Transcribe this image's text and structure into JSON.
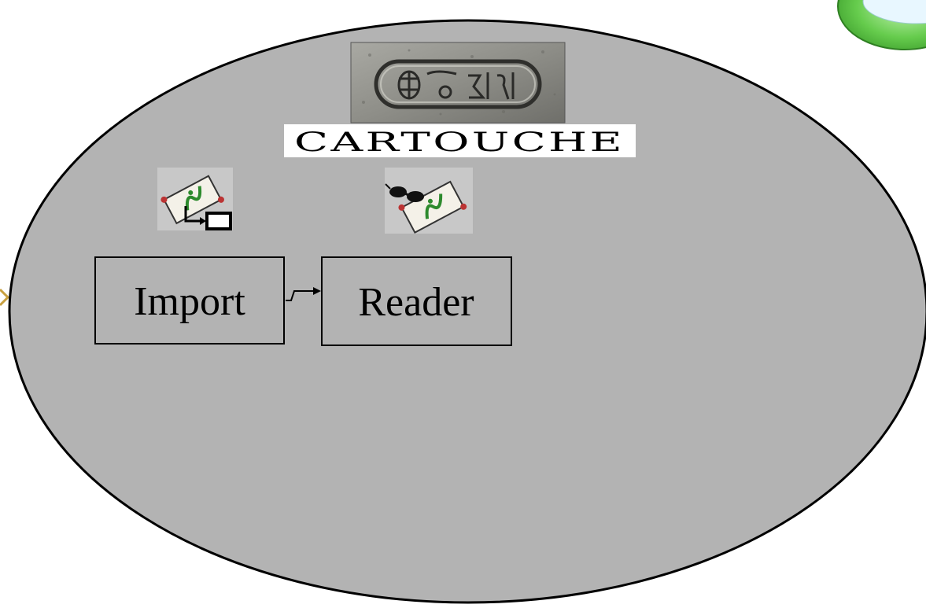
{
  "diagram": {
    "logo": {
      "word": "Cartouche",
      "word_display": "CARTOUCHE"
    },
    "nodes": [
      {
        "id": "import",
        "label": "Import",
        "icon": "scroll-export-icon"
      },
      {
        "id": "reader",
        "label": "Reader",
        "icon": "scroll-reader-icon"
      }
    ],
    "edges": [
      {
        "from": "import",
        "to": "reader"
      }
    ],
    "colors": {
      "ellipse_fill": "#b3b3b3",
      "ellipse_stroke": "#000000",
      "box_stroke": "#000000",
      "stone": "#8c8c86",
      "corner_badge": "#5cc447"
    }
  }
}
